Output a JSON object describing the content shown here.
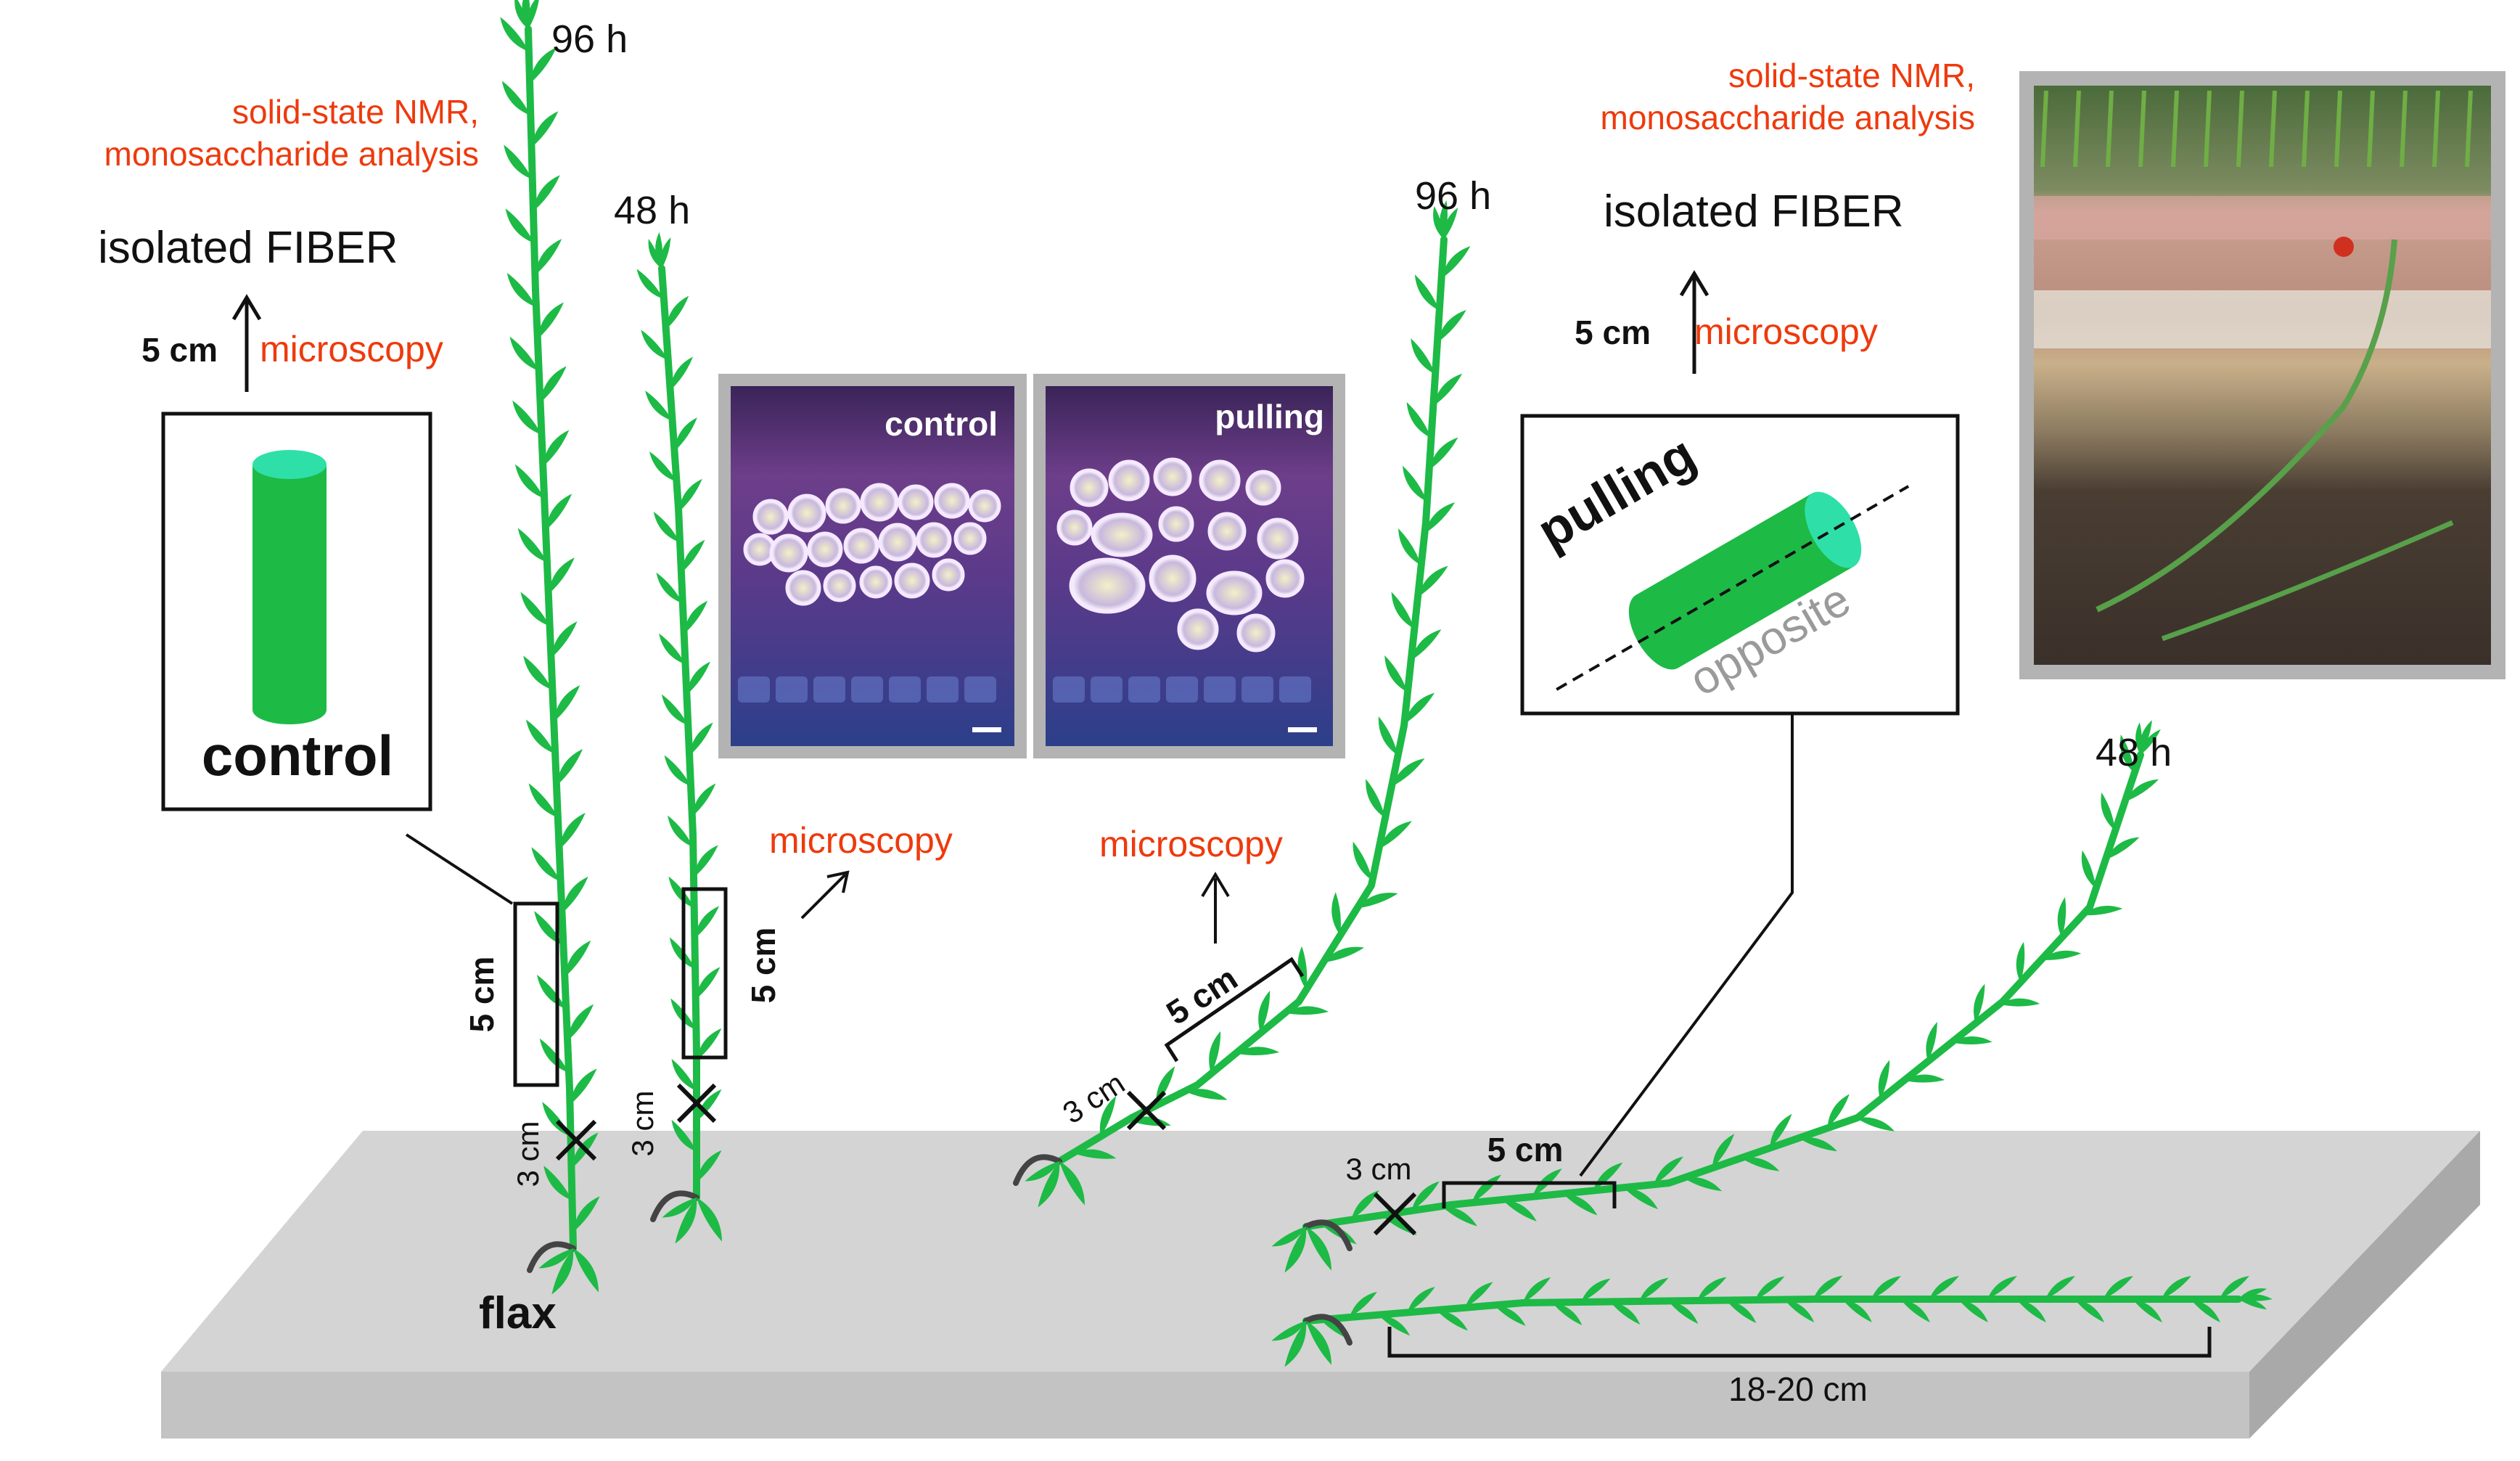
{
  "labels": {
    "time_96h": "96 h",
    "time_48h": "48 h",
    "nmr_line1": "solid-state NMR,",
    "nmr_line2": "monosaccharide analysis",
    "isolated_fiber": "isolated FIBER",
    "five_cm": "5 cm",
    "three_cm": "3 cm",
    "microscopy": "microscopy",
    "control": "control",
    "pulling": "pulling",
    "opposite": "opposite",
    "flax": "flax",
    "length_range": "18-20 cm",
    "panel_control": "control",
    "panel_pulling": "pulling"
  },
  "colors": {
    "plant_green": "#1dba46",
    "cylinder_top": "#2ee0a8",
    "accent_red": "#ee3a0d",
    "ground_top": "#d4d4d4",
    "ground_front": "#c3c3c3",
    "ground_side": "#a9a9a9",
    "panel_border": "#b3b3b3",
    "micro_purple": "#4b2a6e"
  }
}
